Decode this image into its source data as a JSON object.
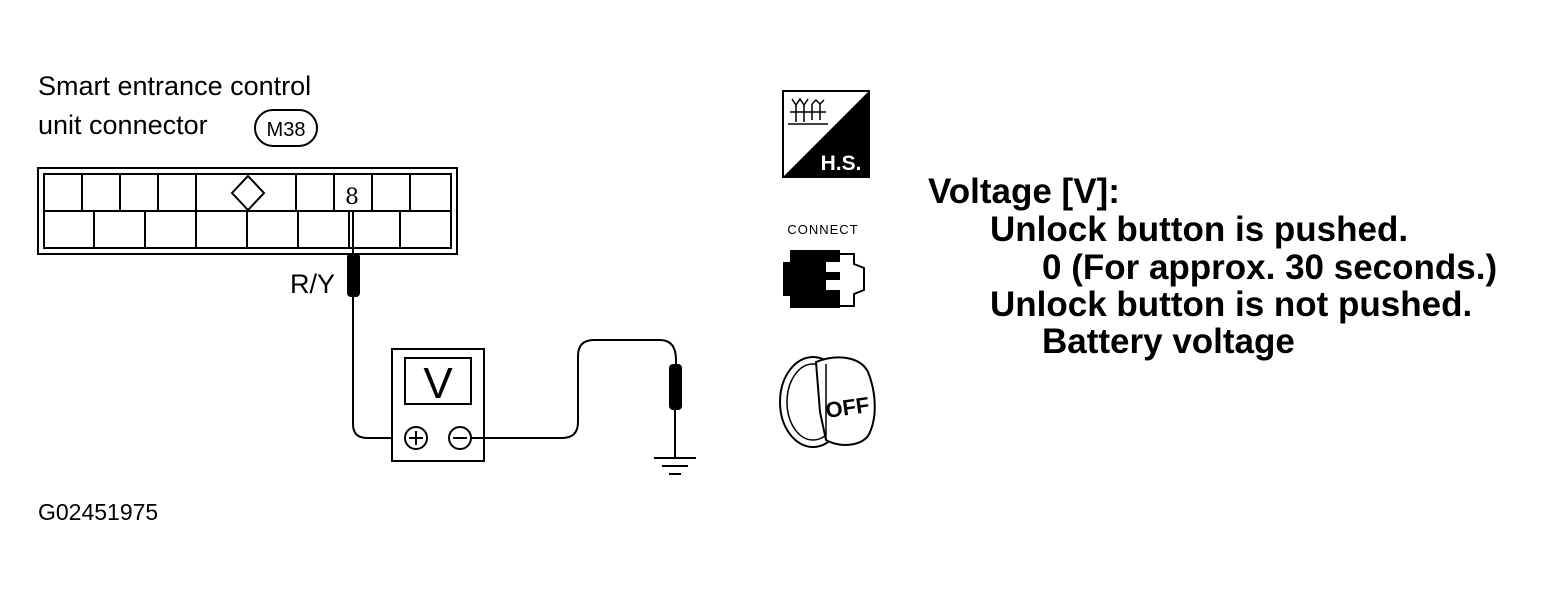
{
  "connector": {
    "title_line1": "Smart entrance control",
    "title_line2": "unit connector",
    "connector_id": "M38",
    "terminal_number": "8",
    "wire_color": "R/Y"
  },
  "meter": {
    "display": "V"
  },
  "icons": {
    "hs_label": "H.S.",
    "connect_label": "CONNECT",
    "ignition_label": "OFF"
  },
  "spec": {
    "heading": "Voltage [V]:",
    "condition1": "Unlock button is pushed.",
    "value1": "0 (For approx. 30 seconds.)",
    "condition2": "Unlock button is not pushed.",
    "value2": "Battery voltage"
  },
  "figure_id": "G02451975"
}
